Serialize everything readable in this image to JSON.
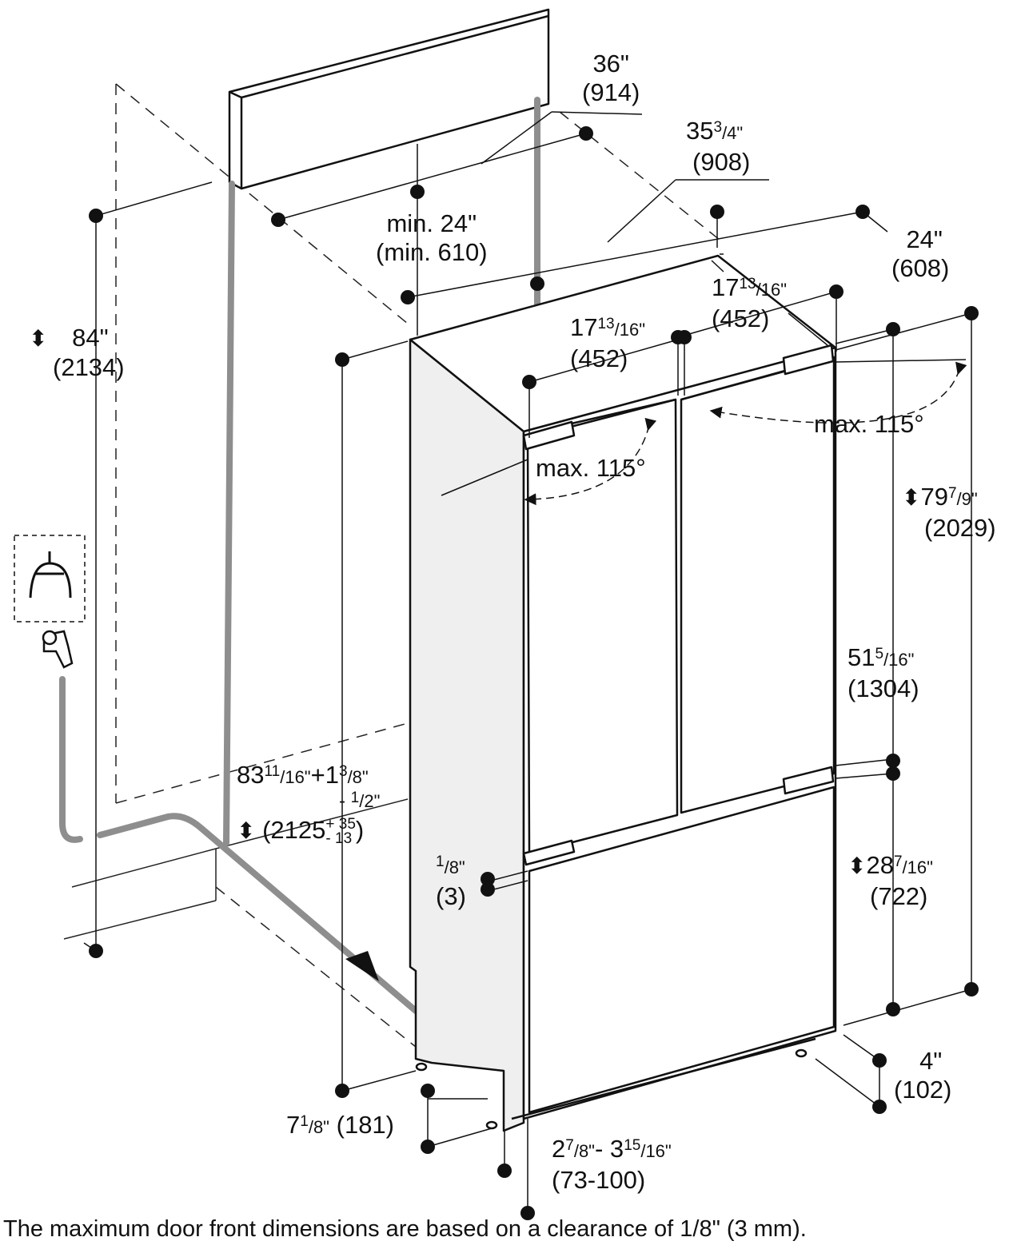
{
  "caption": "The maximum door front dimensions are based on a clearance of 1/8\" (3 mm).",
  "dimensions": {
    "width_top": {
      "imp": "36\"",
      "met": "(914)"
    },
    "width_unit": {
      "whole": "35",
      "num": "3",
      "den": "/4\"",
      "met": "(908)"
    },
    "depth": {
      "imp": "24\"",
      "met": "(608)"
    },
    "min_height": {
      "imp": "min. 24\"",
      "met": "(min. 610)"
    },
    "door_right": {
      "whole": "17",
      "num": "13",
      "den": "/16\"",
      "met": "(452)"
    },
    "door_left": {
      "whole": "17",
      "num": "13",
      "den": "/16\"",
      "met": "(452)"
    },
    "niche_height": {
      "imp": "84\"",
      "met": "(2134)"
    },
    "overall": {
      "whole": "79",
      "num": "7",
      "den": "/9\"",
      "met": "(2029)"
    },
    "upper_door": {
      "whole": "51",
      "num": "5",
      "den": "/16\"",
      "met": "(1304)"
    },
    "lower_door": {
      "whole": "28",
      "num": "7",
      "den": "/16\"",
      "met": "(722)"
    },
    "cab_height": {
      "whole": "83",
      "num": "11",
      "den": "/16\"",
      "tol_plus": "+1",
      "tol_plus_num": "3",
      "tol_plus_den": "/8\"",
      "tol_minus": "- ",
      "tol_minus_num": "1",
      "tol_minus_den": "/2\"",
      "met": "(2125",
      "met_plus": "+ 35",
      "met_minus": "- 13",
      "met_close": ")"
    },
    "gap": {
      "num": "1",
      "den": "/8\"",
      "met": "(3)"
    },
    "side_depth": {
      "whole": "7",
      "num": "1",
      "den": "/8\"",
      "met": "(181)"
    },
    "base": {
      "whole": "2",
      "num": "7",
      "den": "/8\"",
      "mid": "- 3",
      "num2": "15",
      "den2": "/16\"",
      "met": "(73-100)"
    },
    "plinth": {
      "imp": "4\"",
      "met": "(102)"
    }
  },
  "door_swing_left": "max. 115°",
  "door_swing_right": "max. 115°",
  "icons": [
    "water-connection-icon",
    "faucet-icon",
    "height-arrow-icon"
  ]
}
